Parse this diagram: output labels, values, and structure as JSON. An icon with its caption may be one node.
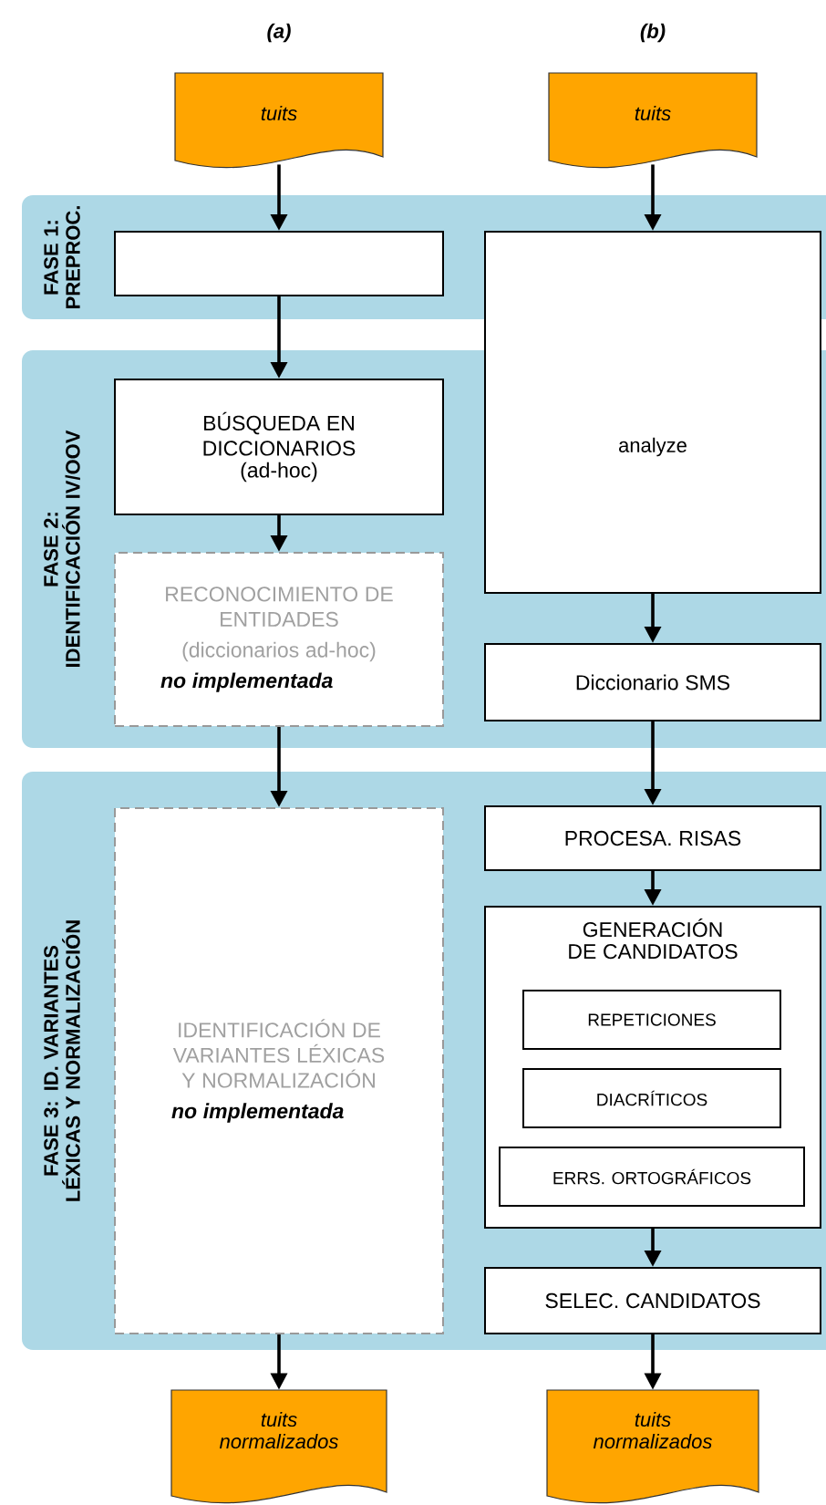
{
  "diagram": {
    "nodes": [
      {
        "text": [
          "tuits"
        ]
      },
      {
        "text": [
          "tuits"
        ]
      },
      {
        "text": [
          "FASE 1: PREPROC."
        ]
      },
      {
        "text": [],
        "shape": "box",
        "in": 2
      },
      {
        "text": [
          "analyze"
        ]
      },
      {
        "text": [
          "FASE 2: IDENTIFICACIÓN IV/OOV"
        ]
      },
      {
        "text": [
          "BÚSQUEDA EN DICCIONARIOS",
          "(ad-hoc)"
        ],
        "in": 5
      },
      {
        "text": [
          "RECONOCIMIENTO DE ENTIDADES",
          "(diccionarios ad-hoc)",
          "no implementada"
        ],
        "in": 5
      },
      {
        "text": [
          "Diccionario SMS"
        ],
        "in": 5
      },
      {
        "text": [
          "FASE 3: ID. VARIANTES LÉXICAS Y NORMALIZACIÓN"
        ]
      },
      {
        "text": [
          "IDENTIFICACIÓN DE VARIANTES LÉXICAS Y NORMALIZACIÓN",
          "no implementada"
        ],
        "in": 9
      },
      {
        "text": [
          "PROCESA. RISAS"
        ],
        "in": 9
      },
      {
        "text": [
          "GENERACIÓN DE CANDIDATOS"
        ],
        "in": 9
      },
      {
        "text": [
          "REPETICIONES"
        ],
        "in": 12
      },
      {
        "text": [
          "DIACRÍTICOS"
        ],
        "in": 12
      },
      {
        "text": [
          "ERRS. ORTOGRÁFICOS"
        ],
        "in": 12
      },
      {
        "text": [
          "SELEC. CANDIDATOS"
        ],
        "in": 9
      },
      {
        "text": [
          "tuits normalizados"
        ]
      },
      {
        "text": [
          "tuits normalizados"
        ]
      }
    ],
    "edges": [
      {
        "from": 0,
        "to": 3,
        "arrow": "to"
      },
      {
        "from": 3,
        "to": 6,
        "arrow": "to"
      },
      {
        "from": 6,
        "to": 7,
        "arrow": "to"
      },
      {
        "from": 7,
        "to": 10,
        "arrow": "to"
      },
      {
        "from": 10,
        "to": 17,
        "arrow": "to"
      },
      {
        "from": 1,
        "to": 4,
        "arrow": "to"
      },
      {
        "from": 4,
        "to": 8,
        "arrow": "to"
      },
      {
        "from": 8,
        "to": 11,
        "arrow": "to"
      },
      {
        "from": 11,
        "to": 12,
        "arrow": "to"
      },
      {
        "from": 12,
        "to": 16,
        "arrow": "to"
      },
      {
        "from": 16,
        "to": 18,
        "arrow": "to"
      }
    ],
    "labels": [
      "(a)",
      "(b)"
    ]
  }
}
